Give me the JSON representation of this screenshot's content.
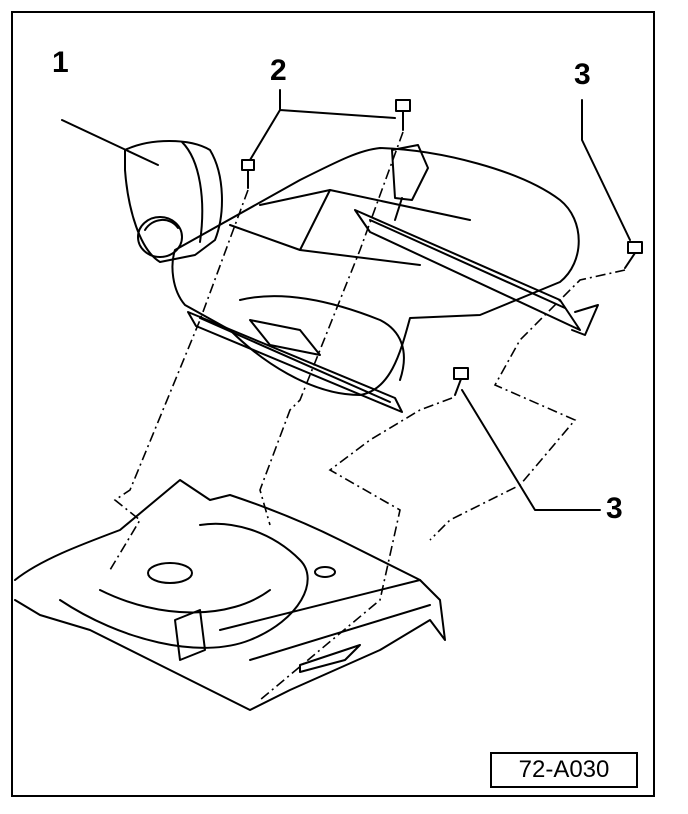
{
  "diagram": {
    "callouts": {
      "seat": "1",
      "front_bolts": "2",
      "rear_bolt_upper": "3",
      "rear_bolt_lower": "3"
    },
    "figure_code": "72-A030"
  },
  "colors": {
    "line": "#000000",
    "background": "#ffffff"
  }
}
